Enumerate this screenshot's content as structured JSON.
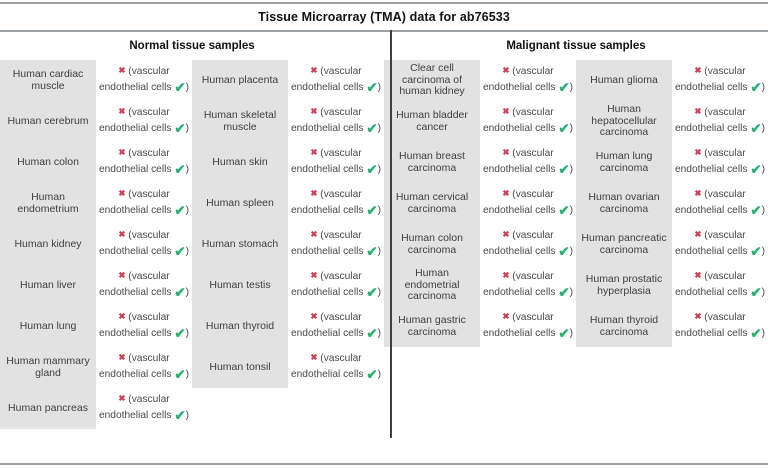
{
  "chart_data": {
    "type": "table",
    "title": "Tissue Microarray (TMA) data for ab76533",
    "result_for_every_row": "✖ (vascular endothelial cells ✔)",
    "sections": [
      {
        "header": "Normal tissue samples",
        "columns": [
          {
            "rows": [
              "Human cardiac muscle",
              "Human cerebrum",
              "Human colon",
              "Human endometrium",
              "Human kidney",
              "Human liver",
              "Human lung",
              "Human mammary gland",
              "Human pancreas"
            ]
          },
          {
            "rows": [
              "Human placenta",
              "Human skeletal muscle",
              "Human skin",
              "Human spleen",
              "Human stomach",
              "Human testis",
              "Human thyroid",
              "Human tonsil"
            ]
          }
        ]
      },
      {
        "header": "Malignant tissue samples",
        "columns": [
          {
            "rows": [
              "Clear cell carcinoma of human kidney",
              "Human bladder cancer",
              "Human breast carcinoma",
              "Human cervical carcinoma",
              "Human colon carcinoma",
              "Human endometrial carcinoma",
              "Human gastric carcinoma"
            ]
          },
          {
            "rows": [
              "Human glioma",
              "Human hepatocellular carcinoma",
              "Human lung carcinoma",
              "Human ovarian carcinoma",
              "Human pancreatic carcinoma",
              "Human prostatic hyperplasia",
              "Human thyroid carcinoma"
            ]
          }
        ]
      }
    ]
  },
  "result": {
    "negative_icon": "✖",
    "line1": "(vascular",
    "line2": "endothelial cells",
    "positive_icon": "✔",
    "close_paren": ")"
  },
  "colors": {
    "name_cell_bg": "#e2e2e2",
    "body_text": "#424242",
    "negative_x": "#cc4154",
    "positive_check": "#28b173",
    "horizontal_rule": "#9aa0a4",
    "vertical_divider": "#3f3f3f"
  }
}
